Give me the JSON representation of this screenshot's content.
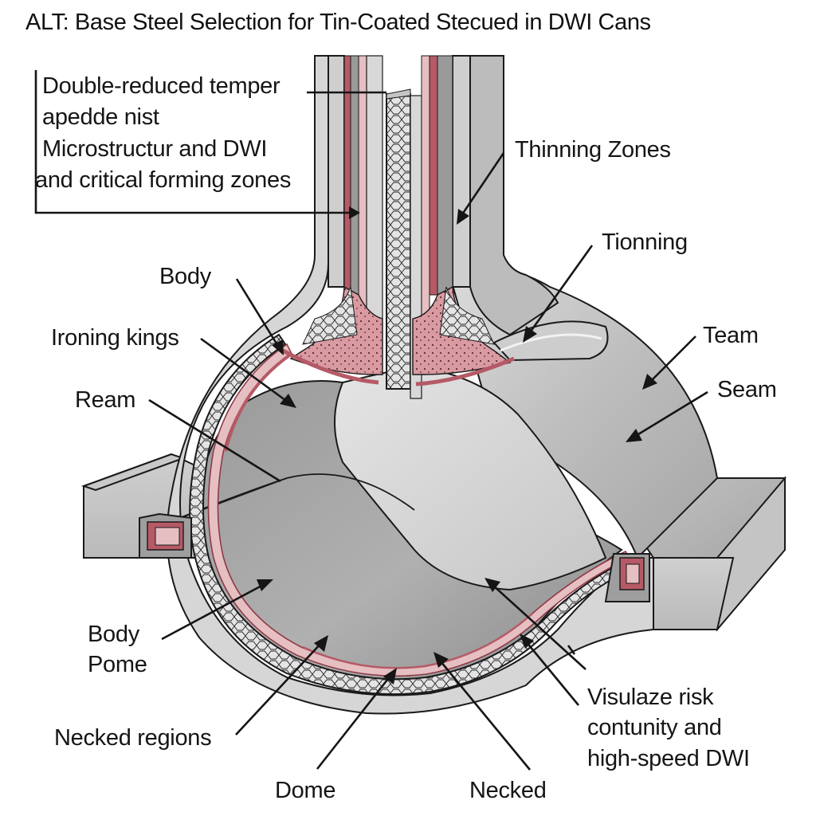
{
  "title": "ALT: Base Steel Selection for Tin-Coated Stecued in DWI Cans",
  "colors": {
    "background": "#ffffff",
    "steel_light": "#d4d4d4",
    "steel_mid": "#b3b3b3",
    "steel_dark": "#8e8e8e",
    "tin_pink": "#e6bfc2",
    "tin_red": "#b55a66",
    "grain_fill": "#e2e2e2",
    "ink": "#151515"
  },
  "callout_box": {
    "lines": [
      "Double-reduced temper",
      "apedde nist",
      "Microstructur and DWI",
      "and critical forming zones"
    ]
  },
  "labels": {
    "thinning_zones": "Thinning Zones",
    "tionning": "Tionning",
    "body_top": "Body",
    "ironing_kings": "Ironing kings",
    "ream": "Ream",
    "team": "Team",
    "seam": "Seam",
    "body_pome": [
      "Body",
      "Pome"
    ],
    "necked_regions": "Necked regions",
    "dome": "Dome",
    "necked": "Necked",
    "visualize_risk": [
      "Visulaze risk",
      "contunity and",
      "high-speed DWI"
    ]
  }
}
